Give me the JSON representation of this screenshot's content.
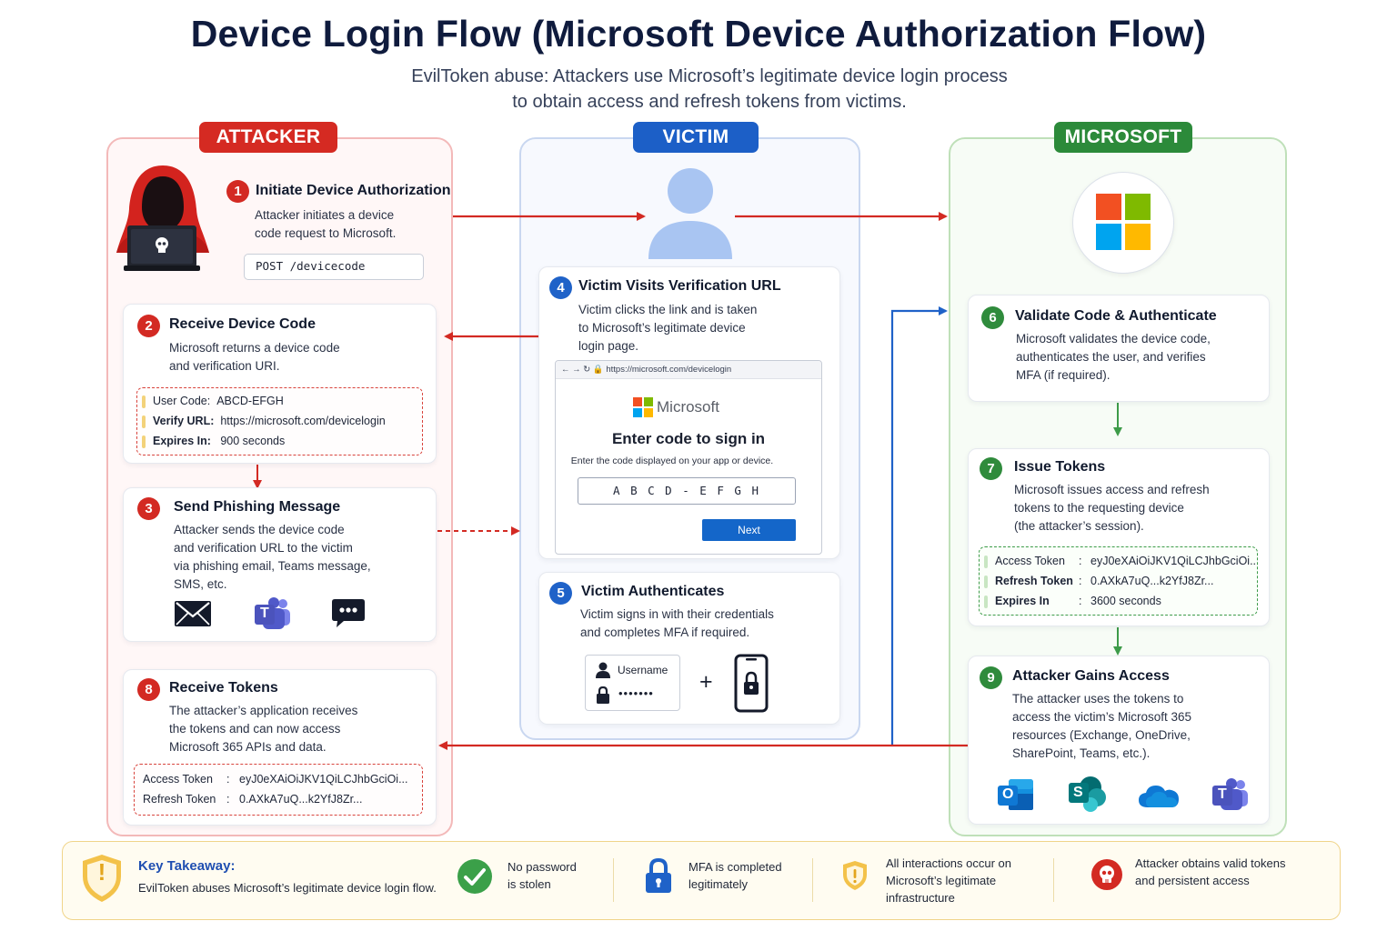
{
  "header": {
    "title": "Device Login Flow (Microsoft Device Authorization Flow)",
    "subtitle_line1": "EvilToken abuse: Attackers use Microsoft’s legitimate device login process",
    "subtitle_line2": "to obtain access and refresh tokens from victims."
  },
  "columns": {
    "attacker": "ATTACKER",
    "victim": "VICTIM",
    "microsoft": "MICROSOFT"
  },
  "colors": {
    "attacker": "#d52a22",
    "victim": "#1c5fc7",
    "microsoft": "#2c8a3a",
    "takeaway": "#f3c24a"
  },
  "steps": {
    "s1": {
      "num": "1",
      "title": "Initiate Device Authorization",
      "desc1": "Attacker initiates a device",
      "desc2": "code request to Microsoft.",
      "request": "POST /devicecode"
    },
    "s2": {
      "num": "2",
      "title": "Receive Device Code",
      "desc1": "Microsoft returns a device code",
      "desc2": "and verification URI.",
      "user_code_label": "User Code:",
      "user_code_value": "ABCD-EFGH",
      "verify_label": "Verify URL:",
      "verify_value": "https://microsoft.com/devicelogin",
      "expires_label": "Expires In:",
      "expires_value": "900 seconds"
    },
    "s3": {
      "num": "3",
      "title": "Send Phishing Message",
      "desc1": "Attacker sends the device code",
      "desc2": "and verification URL to the victim",
      "desc3": "via phishing email, Teams message,",
      "desc4": "SMS, etc."
    },
    "s4": {
      "num": "4",
      "title": "Victim Visits Verification URL",
      "desc1": "Victim clicks the link and is taken",
      "desc2": "to Microsoft’s legitimate device",
      "desc3": "login page.",
      "url": "https://microsoft.com/devicelogin",
      "brand": "Microsoft",
      "heading": "Enter code to sign in",
      "instruction": "Enter the code displayed on your app or device.",
      "code": "A B C D - E F G H",
      "next": "Next"
    },
    "s5": {
      "num": "5",
      "title": "Victim Authenticates",
      "desc1": "Victim signs in with their credentials",
      "desc2": "and completes MFA if required.",
      "username": "Username",
      "password": "•••••••",
      "plus": "+"
    },
    "s6": {
      "num": "6",
      "title": "Validate Code & Authenticate",
      "desc1": "Microsoft validates the device code,",
      "desc2": "authenticates the user, and verifies",
      "desc3": "MFA (if required)."
    },
    "s7": {
      "num": "7",
      "title": "Issue Tokens",
      "desc1": "Microsoft issues access and refresh",
      "desc2": "tokens to the requesting device",
      "desc3": "(the attacker’s session).",
      "access_label": "Access Token",
      "access_value": "eyJ0eXAiOiJKV1QiLCJhbGciOi...",
      "refresh_label": "Refresh Token",
      "refresh_value": "0.AXkA7uQ...k2YfJ8Zr...",
      "expires_label": "Expires In",
      "expires_value": "3600 seconds",
      "sep": ":"
    },
    "s8": {
      "num": "8",
      "title": "Receive Tokens",
      "desc1": "The attacker’s application receives",
      "desc2": "the tokens and can now access",
      "desc3": "Microsoft 365 APIs and data.",
      "access_label": "Access Token",
      "access_value": "eyJ0eXAiOiJKV1QiLCJhbGciOi...",
      "refresh_label": "Refresh Token",
      "refresh_value": "0.AXkA7uQ...k2YfJ8Zr...",
      "sep": ":"
    },
    "s9": {
      "num": "9",
      "title": "Attacker Gains Access",
      "desc1": "The attacker uses the tokens to",
      "desc2": "access the victim’s Microsoft 365",
      "desc3": "resources (Exchange, OneDrive,",
      "desc4": "SharePoint, Teams, etc.)."
    }
  },
  "icons": {
    "attacker": "hooded-hacker-icon",
    "victim": "user-avatar-icon",
    "microsoft": "microsoft-logo-icon",
    "email": "email-icon",
    "teams": "teams-icon",
    "sms": "chat-bubble-icon",
    "outlook": "outlook-icon",
    "sharepoint": "sharepoint-icon",
    "onedrive": "onedrive-icon",
    "phone": "phone-lock-icon"
  },
  "app_letters": {
    "teams": "T",
    "outlook": "O",
    "sharepoint": "S"
  },
  "takeaway": {
    "title": "Key Takeaway:",
    "text": "EvilToken abuses Microsoft’s legitimate device login flow.",
    "item1_l1": "No password",
    "item1_l2": "is stolen",
    "item2_l1": "MFA is completed",
    "item2_l2": "legitimately",
    "item3_l1": "All interactions occur on",
    "item3_l2": "Microsoft’s legitimate",
    "item3_l3": "infrastructure",
    "item4_l1": "Attacker obtains valid tokens",
    "item4_l2": "and persistent access",
    "warn_glyph": "!"
  }
}
